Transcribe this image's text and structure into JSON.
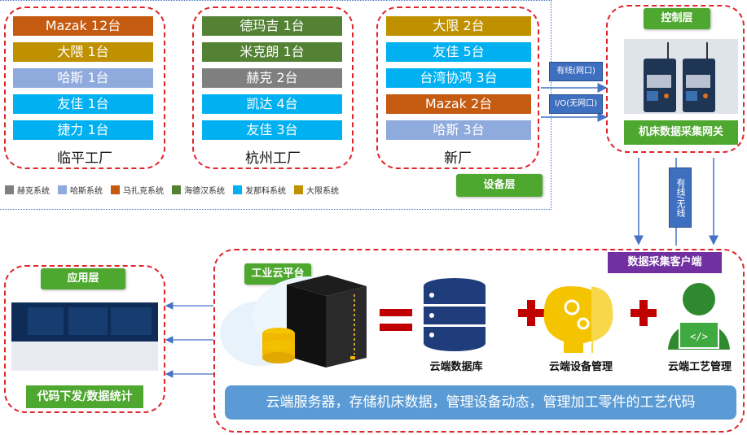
{
  "factories": [
    {
      "name": "临平工厂",
      "machines": [
        {
          "label": "Mazak 12台",
          "color": "#c55a11"
        },
        {
          "label": "大隈 1台",
          "color": "#bf9000"
        },
        {
          "label": "哈斯 1台",
          "color": "#8faadc"
        },
        {
          "label": "友佳 1台",
          "color": "#00b0f0"
        },
        {
          "label": "捷力 1台",
          "color": "#00b0f0"
        }
      ]
    },
    {
      "name": "杭州工厂",
      "machines": [
        {
          "label": "德玛吉 1台",
          "color": "#548235"
        },
        {
          "label": "米克朗 1台",
          "color": "#548235"
        },
        {
          "label": "赫克 2台",
          "color": "#7f7f7f"
        },
        {
          "label": "凯达 4台",
          "color": "#00b0f0"
        },
        {
          "label": "友佳 3台",
          "color": "#00b0f0"
        }
      ]
    },
    {
      "name": "新厂",
      "machines": [
        {
          "label": "大限 2台",
          "color": "#bf9000"
        },
        {
          "label": "友佳 5台",
          "color": "#00b0f0"
        },
        {
          "label": "台湾协鸿 3台",
          "color": "#00b0f0"
        },
        {
          "label": "Mazak 2台",
          "color": "#c55a11"
        },
        {
          "label": "哈斯 3台",
          "color": "#8faadc"
        }
      ]
    }
  ],
  "legend": [
    {
      "label": "赫克系统",
      "color": "#7f7f7f"
    },
    {
      "label": "哈斯系统",
      "color": "#8faadc"
    },
    {
      "label": "马扎克系统",
      "color": "#c55a11"
    },
    {
      "label": "海德汉系统",
      "color": "#548235"
    },
    {
      "label": "发那科系统",
      "color": "#00b0f0"
    },
    {
      "label": "大限系统",
      "color": "#bf9000"
    }
  ],
  "layers": {
    "device": "设备层",
    "control": "控制层",
    "app": "应用层",
    "cloud_platform": "工业云平台",
    "client": "数据采集客户端"
  },
  "links": {
    "wired": "有线(网口)",
    "io": "I/O(无网口)",
    "wireless": "有线/无线"
  },
  "gateway": {
    "label": "机床数据采集网关"
  },
  "app": {
    "label": "代码下发/数据统计"
  },
  "cloud": {
    "db": "云端数据库",
    "device_mgmt": "云端设备管理",
    "process_mgmt": "云端工艺管理",
    "summary": "云端服务器，存储机床数据，管理设备动态，管理加工零件的工艺代码"
  },
  "colors": {
    "red": "#e0242b",
    "green": "#4ea72e",
    "purple": "#7030a0",
    "blue": "#4472c4"
  }
}
